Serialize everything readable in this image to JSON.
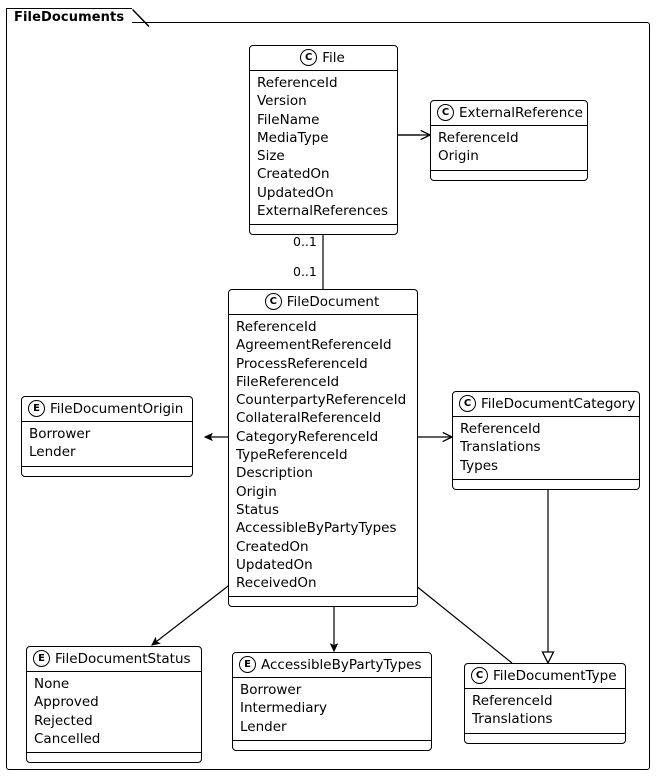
{
  "diagram": {
    "kind": "uml-class-diagram",
    "package_name": "FileDocuments",
    "background": "#ffffff",
    "line_color": "#000000"
  },
  "nodes": {
    "file": {
      "name": "File",
      "stereotype": "C",
      "attributes": [
        "ReferenceId",
        "Version",
        "FileName",
        "MediaType",
        "Size",
        "CreatedOn",
        "UpdatedOn",
        "ExternalReferences"
      ]
    },
    "external_reference": {
      "name": "ExternalReference",
      "stereotype": "C",
      "attributes": [
        "ReferenceId",
        "Origin"
      ]
    },
    "file_document": {
      "name": "FileDocument",
      "stereotype": "C",
      "attributes": [
        "ReferenceId",
        "AgreementReferenceId",
        "ProcessReferenceId",
        "FileReferenceId",
        "CounterpartyReferenceId",
        "CollateralReferenceId",
        "CategoryReferenceId",
        "TypeReferenceId",
        "Description",
        "Origin",
        "Status",
        "AccessibleByPartyTypes",
        "CreatedOn",
        "UpdatedOn",
        "ReceivedOn"
      ]
    },
    "file_document_origin": {
      "name": "FileDocumentOrigin",
      "stereotype": "E",
      "attributes": [
        "Borrower",
        "Lender"
      ]
    },
    "file_document_category": {
      "name": "FileDocumentCategory",
      "stereotype": "C",
      "attributes": [
        "ReferenceId",
        "Translations",
        "Types"
      ]
    },
    "file_document_status": {
      "name": "FileDocumentStatus",
      "stereotype": "E",
      "attributes": [
        "None",
        "Approved",
        "Rejected",
        "Cancelled"
      ]
    },
    "accessible_by_party_types": {
      "name": "AccessibleByPartyTypes",
      "stereotype": "E",
      "attributes": [
        "Borrower",
        "Intermediary",
        "Lender"
      ]
    },
    "file_document_type": {
      "name": "FileDocumentType",
      "stereotype": "C",
      "attributes": [
        "ReferenceId",
        "Translations"
      ]
    }
  },
  "multiplicities": {
    "file_end": "0..1",
    "file_document_end": "0..1"
  }
}
